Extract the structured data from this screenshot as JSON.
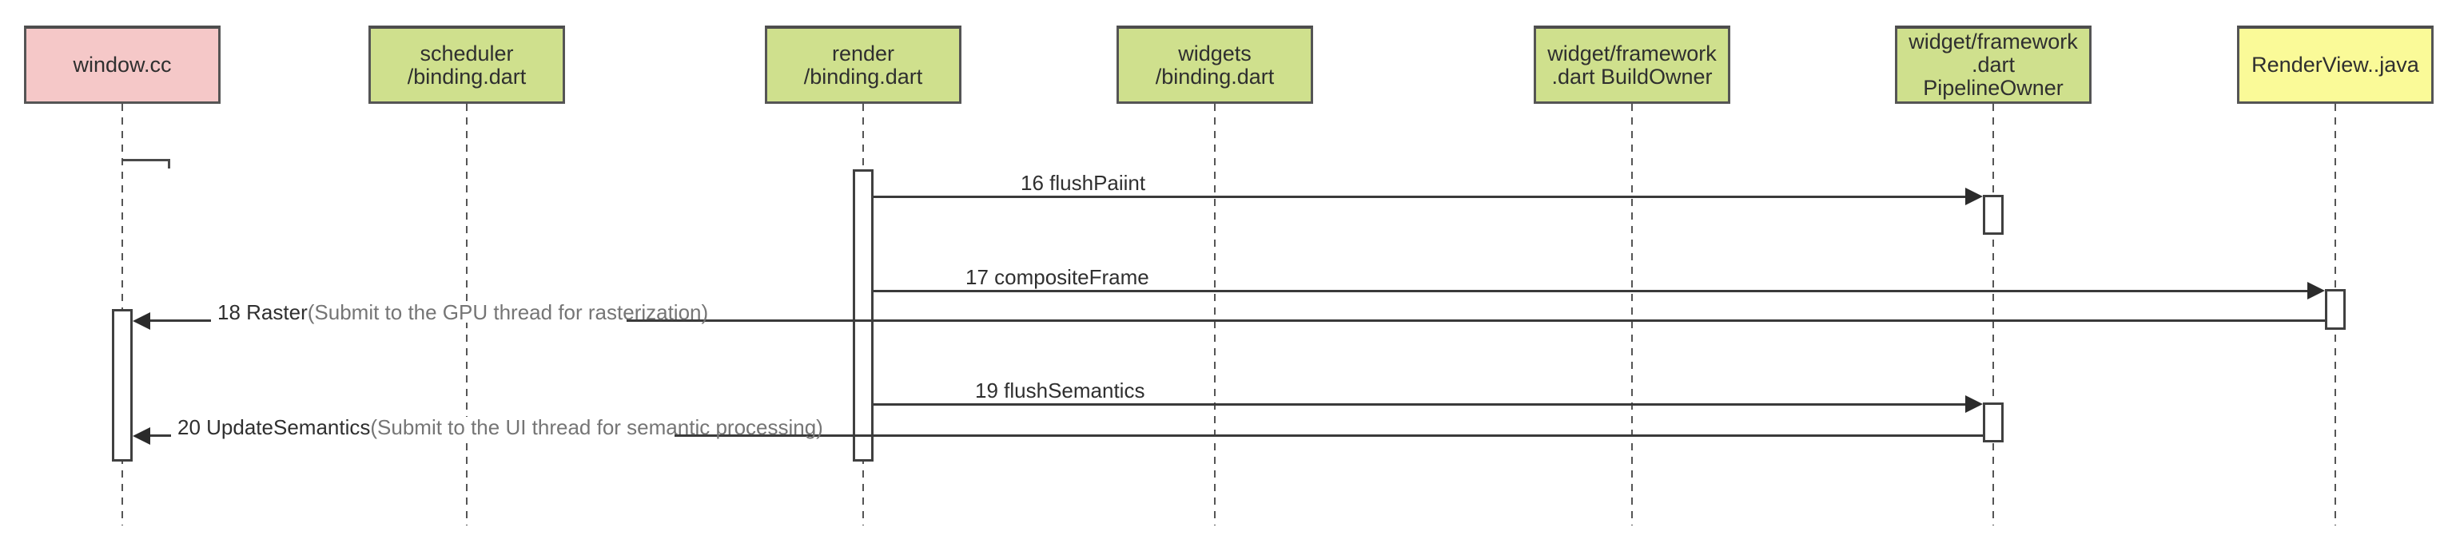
{
  "diagram": {
    "type": "uml-sequence",
    "participants": [
      {
        "id": "window",
        "lines": [
          "window.cc"
        ],
        "fill": "#f5c8c8"
      },
      {
        "id": "scheduler",
        "lines": [
          "scheduler",
          "/binding.dart"
        ],
        "fill": "#cfe08d"
      },
      {
        "id": "render",
        "lines": [
          "render",
          "/binding.dart"
        ],
        "fill": "#cfe08d"
      },
      {
        "id": "widgets",
        "lines": [
          "widgets",
          "/binding.dart"
        ],
        "fill": "#cfe08d"
      },
      {
        "id": "build-owner",
        "lines": [
          "widget/framework",
          ".dart BuildOwner"
        ],
        "fill": "#cfe08d"
      },
      {
        "id": "pipeline-owner",
        "lines": [
          "widget/framework",
          ".dart",
          "PipelineOwner"
        ],
        "fill": "#cfe08d"
      },
      {
        "id": "render-view",
        "lines": [
          "RenderView..java"
        ],
        "fill": "#fafa98"
      }
    ],
    "messages": [
      {
        "num": "16",
        "label": "16 flushPaiint",
        "from": "render",
        "to": "pipeline-owner",
        "direction": "right"
      },
      {
        "num": "17",
        "label": "17 compositeFrame",
        "from": "render",
        "to": "render-view",
        "direction": "right"
      },
      {
        "num": "18",
        "label_main": "18 Raster",
        "label_note": "(Submit to the GPU thread for rasterization)",
        "from": "render-view",
        "to": "window",
        "direction": "left"
      },
      {
        "num": "19",
        "label": "19 flushSemantics",
        "from": "render",
        "to": "pipeline-owner",
        "direction": "right"
      },
      {
        "num": "20",
        "label_main": "20 UpdateSemantics",
        "label_note": "(Submit to the UI thread for semantic processing)",
        "from": "pipeline-owner",
        "to": "window",
        "direction": "left"
      }
    ],
    "colors": {
      "participant_pink": "#f5c8c8",
      "participant_green": "#cfe08d",
      "participant_yellow": "#fafa98",
      "box_border": "#555555",
      "message_line": "#3a3a3a",
      "note_text": "#757575",
      "background": "#ffffff"
    }
  }
}
